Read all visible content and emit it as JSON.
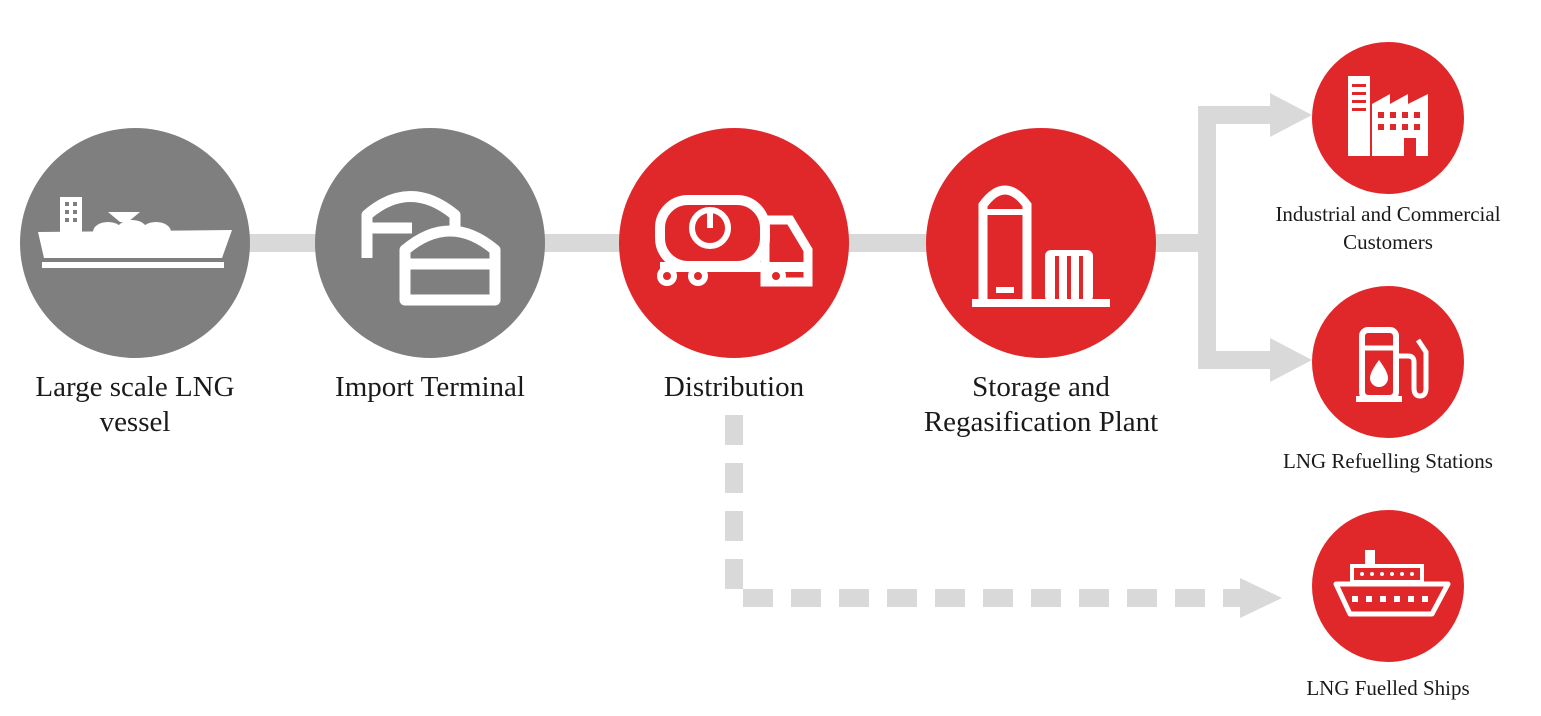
{
  "colors": {
    "gray_node": "#7f7f7f",
    "red_node": "#e0282b",
    "connector": "#d9d9d9",
    "icon": "#ffffff",
    "text": "#1a1a1a"
  },
  "main_chain": [
    {
      "id": "large-scale-lng-vessel",
      "label": "Large scale LNG vessel",
      "icon": "lng-carrier-ship-icon",
      "color": "gray"
    },
    {
      "id": "import-terminal",
      "label": "Import Terminal",
      "icon": "storage-tanks-icon",
      "color": "gray"
    },
    {
      "id": "distribution",
      "label": "Distribution",
      "icon": "tanker-truck-icon",
      "color": "red"
    },
    {
      "id": "storage-regasification",
      "label": "Storage and Regasification Plant",
      "icon": "storage-plant-icon",
      "color": "red"
    }
  ],
  "endpoints": [
    {
      "id": "industrial-commercial",
      "label": "Industrial and Commercial Customers",
      "icon": "factory-icon",
      "color": "red"
    },
    {
      "id": "refuelling-stations",
      "label": "LNG Refuelling Stations",
      "icon": "fuel-pump-icon",
      "color": "red"
    },
    {
      "id": "fuelled-ships",
      "label": "LNG Fuelled Ships",
      "icon": "cruise-ship-icon",
      "color": "red"
    }
  ]
}
